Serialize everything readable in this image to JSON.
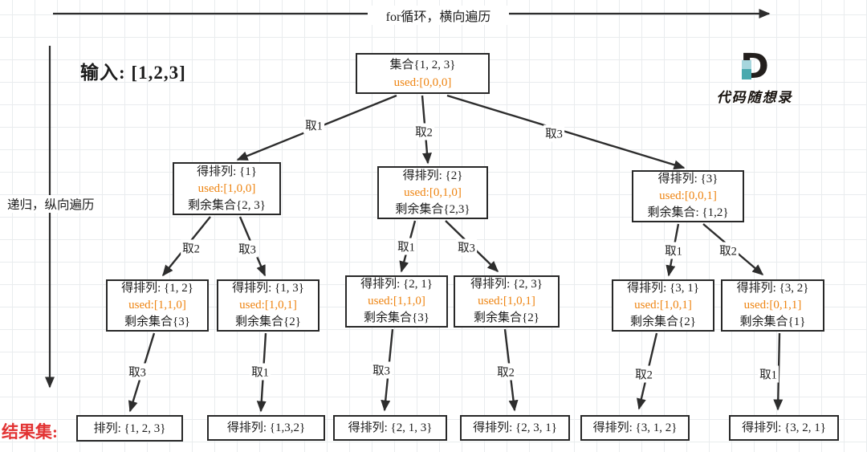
{
  "colors": {
    "used_text": "#ee8411",
    "result_text": "#e23333",
    "line": "#2d2d2d",
    "node_border": "#282828",
    "grid": "#e9ecee",
    "logo_teal": "#4aa9ae",
    "logo_teal_light": "#a6d6dd"
  },
  "header": {
    "top_axis_label": "for循环，横向遍历",
    "left_axis_label": "递归，纵向遍历",
    "input_label": "输入: [1,2,3]"
  },
  "logo": {
    "glyph": "D",
    "text": "代码随想录"
  },
  "result_label": "结果集:",
  "nodes": {
    "root": {
      "title": "集合{1, 2, 3}",
      "used": "used:[0,0,0]"
    },
    "l2": [
      {
        "title": "得排列: {1}",
        "used": "used:[1,0,0]",
        "remain": "剩余集合{2, 3}"
      },
      {
        "title": "得排列: {2}",
        "used": "used:[0,1,0]",
        "remain": "剩余集合{2,3}"
      },
      {
        "title": "得排列: {3}",
        "used": "used:[0,0,1]",
        "remain": "剩余集合: {1,2}"
      }
    ],
    "l3": [
      {
        "title": "得排列: {1, 2}",
        "used": "used:[1,1,0]",
        "remain": "剩余集合{3}"
      },
      {
        "title": "得排列: {1, 3}",
        "used": "used:[1,0,1]",
        "remain": "剩余集合{2}"
      },
      {
        "title": "得排列: {2, 1}",
        "used": "used:[1,1,0]",
        "remain": "剩余集合{3}"
      },
      {
        "title": "得排列: {2, 3}",
        "used": "used:[1,0,1]",
        "remain": "剩余集合{2}"
      },
      {
        "title": "得排列: {3, 1}",
        "used": "used:[1,0,1]",
        "remain": "剩余集合{2}"
      },
      {
        "title": "得排列: {3, 2}",
        "used": "used:[0,1,1]",
        "remain": "剩余集合{1}"
      }
    ],
    "leaves": [
      {
        "title": "排列: {1, 2, 3}"
      },
      {
        "title": "得排列: {1,3,2}"
      },
      {
        "title": "得排列: {2, 1, 3}"
      },
      {
        "title": "得排列: {2, 3, 1}"
      },
      {
        "title": "得排列: {3, 1, 2}"
      },
      {
        "title": "得排列: {3, 2, 1}"
      }
    ]
  },
  "edges": [
    {
      "label": "取1"
    },
    {
      "label": "取2"
    },
    {
      "label": "取3"
    },
    {
      "label": "取2"
    },
    {
      "label": "取3"
    },
    {
      "label": "取1"
    },
    {
      "label": "取3"
    },
    {
      "label": "取1"
    },
    {
      "label": "取2"
    },
    {
      "label": "取3"
    },
    {
      "label": "取1"
    },
    {
      "label": "取3"
    },
    {
      "label": "取2"
    },
    {
      "label": "取2"
    },
    {
      "label": "取1"
    }
  ]
}
